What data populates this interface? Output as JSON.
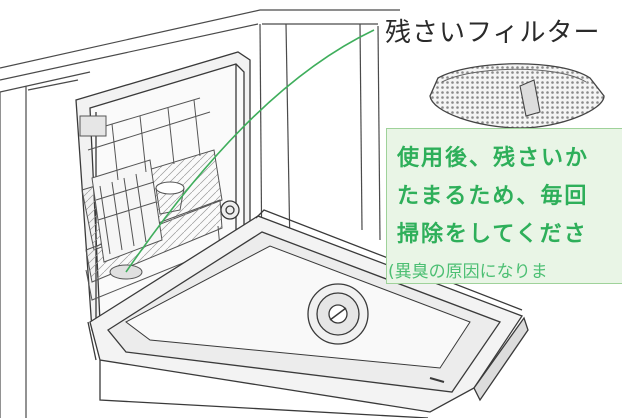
{
  "callout": {
    "title": "残さいフィルター"
  },
  "note": {
    "line1": "使用後、残さいか",
    "line2": "たまるため、毎回",
    "line3": "掃除をしてくださ",
    "sub": "(異臭の原因になりま"
  },
  "colors": {
    "line_art": "#3a3a3a",
    "leader_line": "#3fae5c",
    "note_text": "#2eaf5a",
    "note_background": "#e9f5e6",
    "filter_mesh": "#8a8a8a"
  },
  "icons": {
    "dishwasher": "dishwasher-icon",
    "filter": "filter-icon"
  }
}
